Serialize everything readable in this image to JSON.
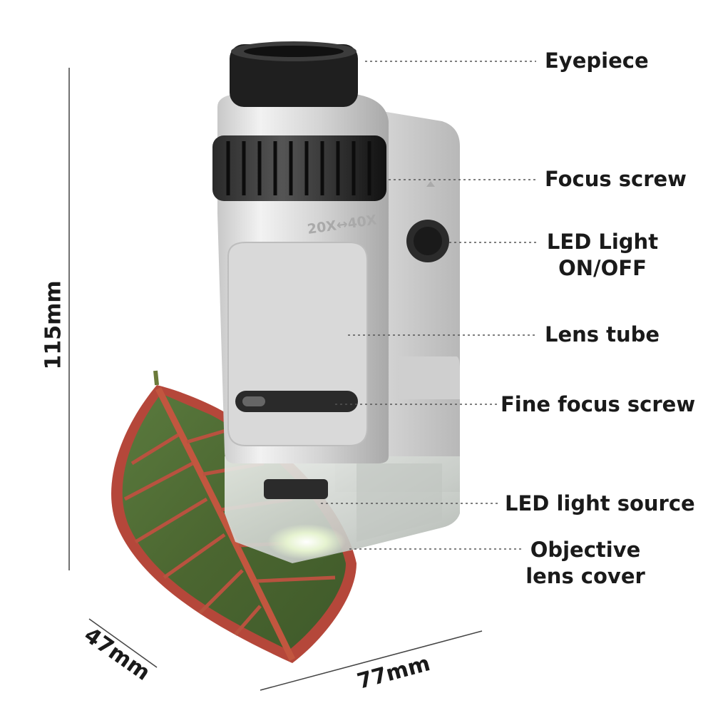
{
  "product": {
    "scale_label": "20X↔40X"
  },
  "callouts": {
    "eyepiece": "Eyepiece",
    "focus_screw": "Focus screw",
    "led_light_line1": "LED Light",
    "led_light_line2": "ON/OFF",
    "lens_tube": "Lens tube",
    "fine_focus": "Fine focus screw",
    "led_source": "LED light source",
    "objective_line1": "Objective",
    "objective_line2": "lens cover"
  },
  "dimensions": {
    "height": "115mm",
    "depth": "47mm",
    "width": "77mm"
  },
  "colors": {
    "body_silver": "#d8d8d8",
    "rubber_black": "#222222",
    "leaf_red": "#b5473a",
    "leaf_green": "#4d6b34",
    "text": "#1a1a1a"
  }
}
